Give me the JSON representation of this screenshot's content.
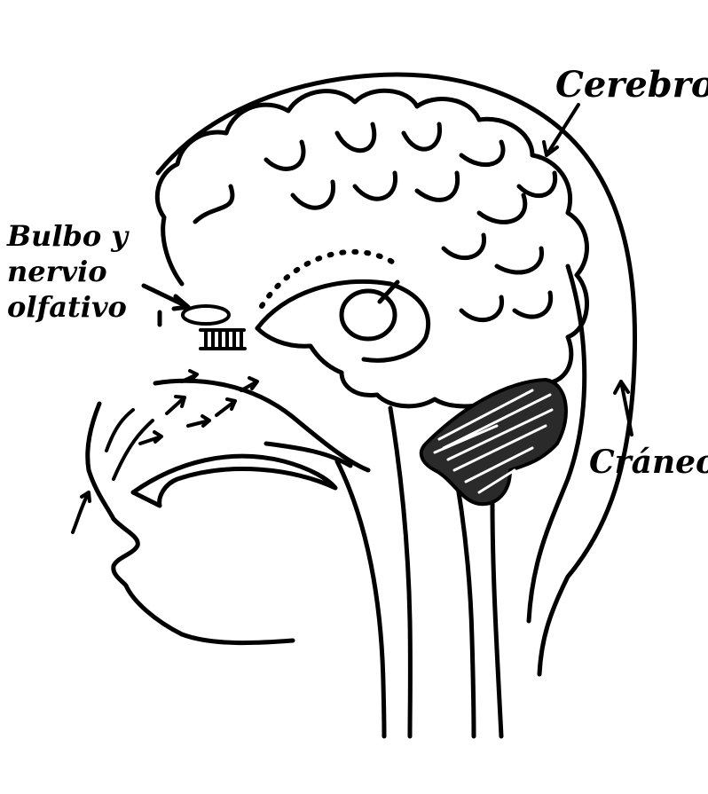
{
  "labels": {
    "cerebro": "Cerebro",
    "bulbo_line1": "Bulbo y",
    "bulbo_line2": "nervio",
    "bulbo_line3": "olfativo",
    "craneo": "Cráneo"
  },
  "colors": {
    "ink": "#000000",
    "paper": "#ffffff",
    "cerebellum": "#2a2a2a"
  }
}
